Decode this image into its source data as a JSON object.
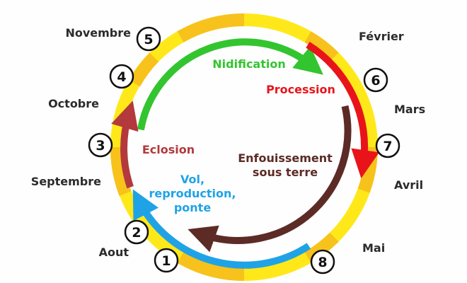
{
  "months": {
    "novembre": "Novembre",
    "octobre": "Octobre",
    "septembre": "Septembre",
    "aout": "Aout",
    "fevrier": "Février",
    "mars": "Mars",
    "avril": "Avril",
    "mai": "Mai"
  },
  "phases": {
    "nidification": "Nidification",
    "procession": "Procession",
    "enfouissement_1": "Enfouissement",
    "enfouissement_2": "sous terre",
    "eclosion": "Eclosion",
    "vol_1": "Vol,",
    "vol_2": "reproduction,",
    "vol_3": "ponte"
  },
  "markers": [
    "1",
    "2",
    "3",
    "4",
    "5",
    "6",
    "7",
    "8"
  ],
  "colors": {
    "ring_yellow": "#ffe81a",
    "ring_orange": "#f7c21b",
    "nidification": "#33c52f",
    "procession": "#e8141a",
    "enfouissement": "#5c2b26",
    "eclosion": "#b3393c",
    "vol": "#1fa3e6"
  }
}
